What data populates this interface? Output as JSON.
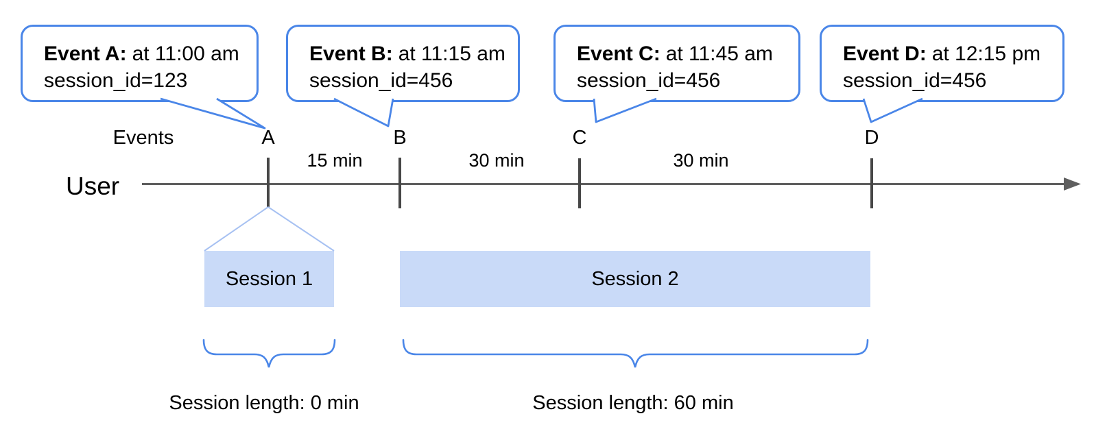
{
  "colors": {
    "accent_blue": "#4a86e8",
    "light_blue": "#a7c1f2",
    "session_fill": "#c9daf8",
    "axis_gray": "#5f5f5f",
    "tick_gray": "#474747",
    "text_black": "#000000"
  },
  "callouts": [
    {
      "name": "Event A:",
      "time": "at 11:00 am",
      "session_id": "session_id=123"
    },
    {
      "name": "Event B:",
      "time": "at 11:15 am",
      "session_id": "session_id=456"
    },
    {
      "name": "Event C:",
      "time": "at 11:45 am",
      "session_id": "session_id=456"
    },
    {
      "name": "Event D:",
      "time": "at 12:15 pm",
      "session_id": "session_id=456"
    }
  ],
  "timeline": {
    "row_label": "Events",
    "axis_label": "User",
    "markers": [
      "A",
      "B",
      "C",
      "D"
    ],
    "intervals": [
      "15 min",
      "30 min",
      "30 min"
    ]
  },
  "sessions": [
    {
      "label": "Session 1",
      "length": "Session length: 0 min"
    },
    {
      "label": "Session 2",
      "length": "Session length: 60 min"
    }
  ]
}
